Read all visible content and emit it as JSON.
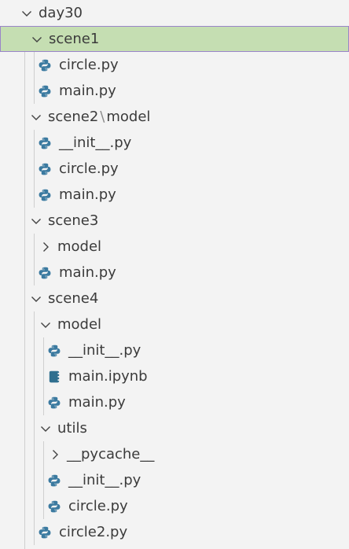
{
  "explorer": {
    "root": {
      "label": "day30",
      "expanded": true
    },
    "rows": [
      {
        "type": "folder",
        "label": "scene1",
        "expanded": true,
        "selected": true
      },
      {
        "type": "py",
        "label": "circle.py"
      },
      {
        "type": "py",
        "label": "main.py"
      },
      {
        "type": "folder",
        "label": "scene2",
        "compact_child": "model",
        "expanded": true
      },
      {
        "type": "py",
        "label": "__init__.py"
      },
      {
        "type": "py",
        "label": "circle.py"
      },
      {
        "type": "py",
        "label": "main.py"
      },
      {
        "type": "folder",
        "label": "scene3",
        "expanded": true
      },
      {
        "type": "folder",
        "label": "model",
        "expanded": false
      },
      {
        "type": "py",
        "label": "main.py"
      },
      {
        "type": "folder",
        "label": "scene4",
        "expanded": true
      },
      {
        "type": "folder",
        "label": "model",
        "expanded": true
      },
      {
        "type": "py",
        "label": "__init__.py"
      },
      {
        "type": "notebook",
        "label": "main.ipynb"
      },
      {
        "type": "py",
        "label": "main.py"
      },
      {
        "type": "folder",
        "label": "utils",
        "expanded": true
      },
      {
        "type": "folder",
        "label": "__pycache__",
        "expanded": false
      },
      {
        "type": "py",
        "label": "__init__.py"
      },
      {
        "type": "py",
        "label": "circle.py"
      },
      {
        "type": "py",
        "label": "circle2.py"
      }
    ]
  },
  "colors": {
    "selection_bg": "#c5deb2",
    "selection_border": "#9a85c9",
    "python_icon": "#3b7aa0",
    "notebook_icon": "#2f6f8f",
    "tree_guide": "#cfcfcf"
  }
}
